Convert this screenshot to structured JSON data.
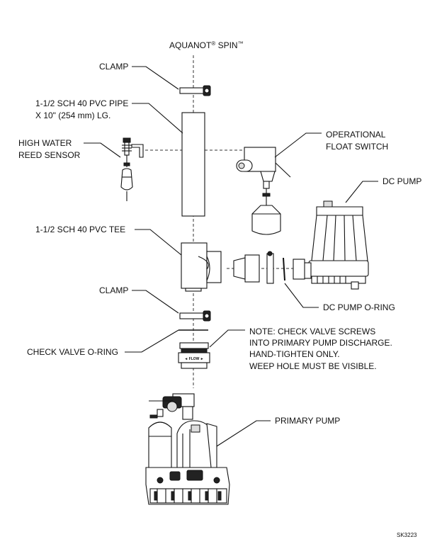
{
  "title": {
    "name": "AQUANOT",
    "reg": "®",
    "model": " SPIN",
    "tm": "™"
  },
  "labels": {
    "clamp_top": "CLAMP",
    "pvc_pipe_line1": "1-1/2 SCH 40 PVC PIPE",
    "pvc_pipe_line2": "X 10\" (254 mm) LG.",
    "high_water_line1": "HIGH WATER",
    "high_water_line2": "REED SENSOR",
    "operational_line1": "OPERATIONAL",
    "operational_line2": "FLOAT SWITCH",
    "dc_pump": "DC PUMP",
    "pvc_tee": "1-1/2 SCH 40 PVC TEE",
    "clamp_bottom": "CLAMP",
    "dc_pump_oring": "DC PUMP O-RING",
    "check_valve_oring": "CHECK VALVE O-RING",
    "note_line1": "NOTE: CHECK VALVE SCREWS",
    "note_line2": "INTO PRIMARY PUMP DISCHARGE.",
    "note_line3": "HAND-TIGHTEN ONLY.",
    "note_line4": "WEEP HOLE MUST BE VISIBLE.",
    "primary_pump": "PRIMARY PUMP",
    "check_valve_marking": "◄ FLOW ►",
    "drawing_number": "SK3223"
  }
}
